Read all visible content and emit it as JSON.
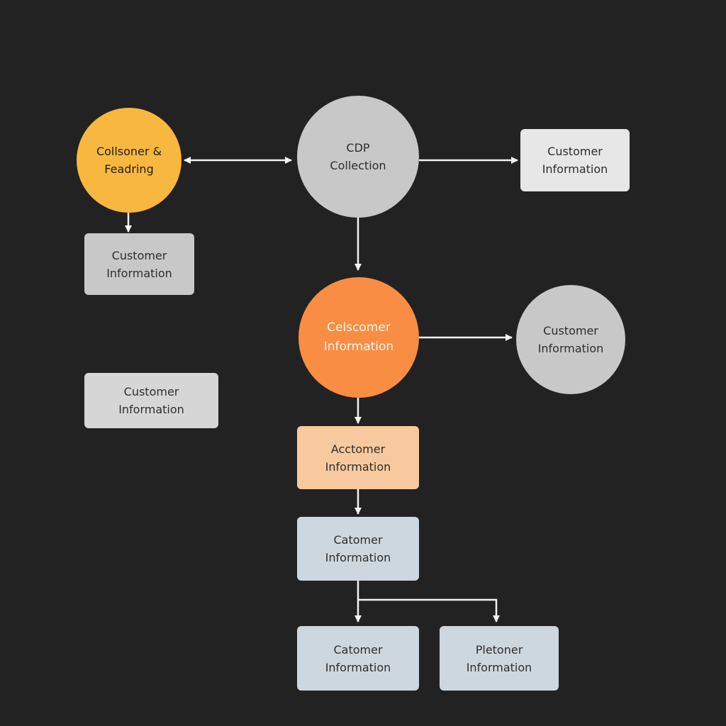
{
  "nodes": {
    "collsoner": {
      "line1": "Collsoner &",
      "line2": "Feadring",
      "color": "#f8b73e"
    },
    "cdp": {
      "line1": "CDP",
      "line2": "Collection",
      "color": "#c8c8c8"
    },
    "top_right": {
      "line1": "Customer",
      "line2": "Information",
      "color": "#e7e7e7"
    },
    "left_1": {
      "line1": "Customer",
      "line2": "Information",
      "color": "#c8c8c8"
    },
    "center_orange": {
      "line1": "Celscomer",
      "line2": "Information",
      "color": "#f98d43"
    },
    "right_circle": {
      "line1": "Customer",
      "line2": "Information",
      "color": "#c8c8c8"
    },
    "left_2": {
      "line1": "Customer",
      "line2": "Information",
      "color": "#d6d6d6"
    },
    "acctomer": {
      "line1": "Acctomer",
      "line2": "Information",
      "color": "#f8c99e"
    },
    "catomer_1": {
      "line1": "Catomer",
      "line2": "Information",
      "color": "#cdd7df"
    },
    "catomer_2": {
      "line1": "Catomer",
      "line2": "Information",
      "color": "#cdd7df"
    },
    "pletoner": {
      "line1": "Pletoner",
      "line2": "Information",
      "color": "#cdd7df"
    }
  },
  "edges": [
    {
      "from": "collsoner",
      "to": "cdp",
      "bidirectional": true
    },
    {
      "from": "cdp",
      "to": "top_right"
    },
    {
      "from": "collsoner",
      "to": "left_1"
    },
    {
      "from": "cdp",
      "to": "center_orange"
    },
    {
      "from": "center_orange",
      "to": "right_circle"
    },
    {
      "from": "center_orange",
      "to": "acctomer"
    },
    {
      "from": "acctomer",
      "to": "catomer_1"
    },
    {
      "from": "catomer_1",
      "to": "catomer_2"
    },
    {
      "from": "catomer_1",
      "to": "pletoner"
    }
  ],
  "colors": {
    "background": "#222222",
    "connector": "#f2f2f2"
  }
}
